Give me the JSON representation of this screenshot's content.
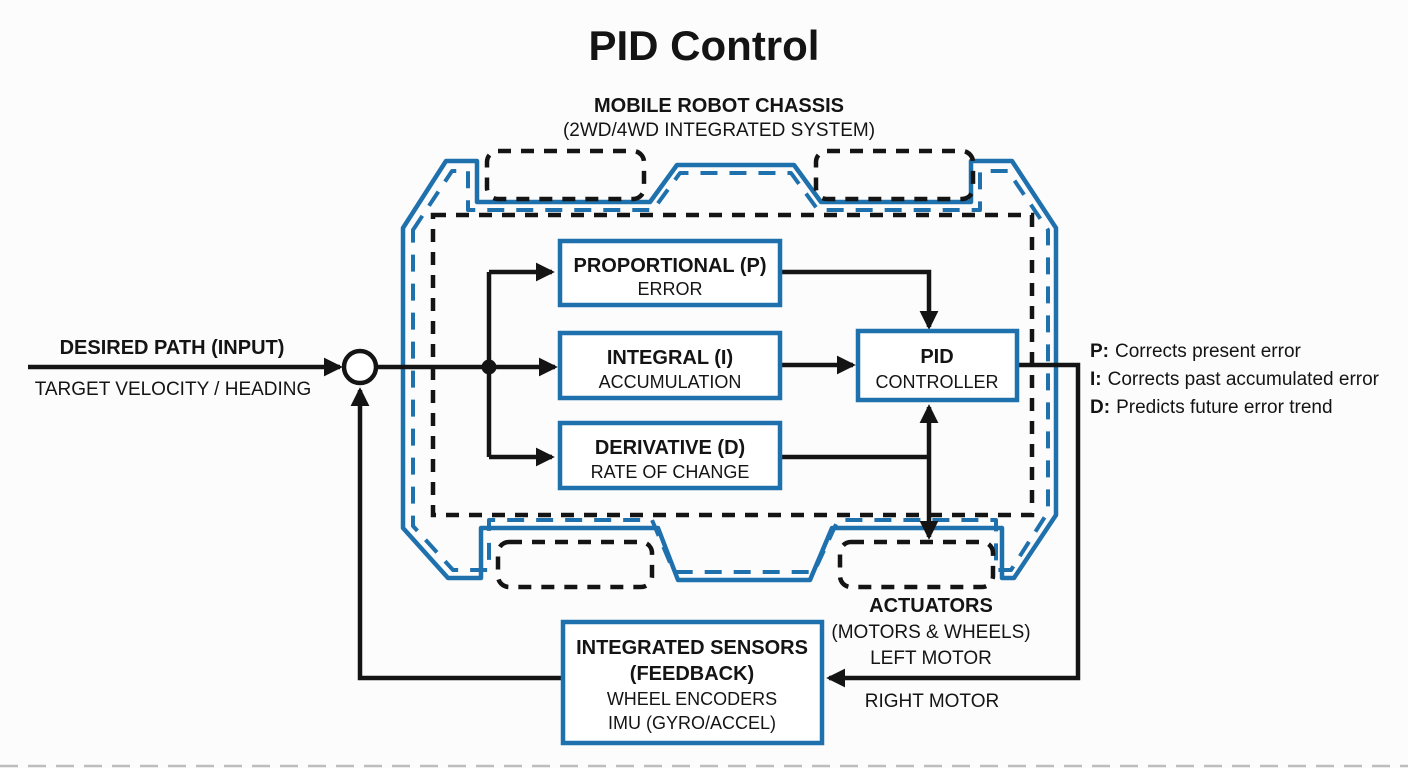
{
  "title": "PID Control",
  "colors": {
    "accent_blue": "#1f71ad",
    "line_black": "#141414",
    "background": "#fcfcfc"
  },
  "chassis": {
    "heading": "MOBILE ROBOT CHASSIS",
    "subheading": "(2WD/4WD INTEGRATED SYSTEM)"
  },
  "input": {
    "label": "DESIRED PATH (INPUT)",
    "sublabel": "TARGET VELOCITY / HEADING"
  },
  "blocks": {
    "proportional": {
      "title": "PROPORTIONAL (P)",
      "subtitle": "ERROR"
    },
    "integral": {
      "title": "INTEGRAL (I)",
      "subtitle": "ACCUMULATION"
    },
    "derivative": {
      "title": "DERIVATIVE (D)",
      "subtitle": "RATE OF CHANGE"
    },
    "pid_controller": {
      "title": "PID",
      "subtitle": "CONTROLLER"
    },
    "sensors": {
      "line1": "INTEGRATED SENSORS",
      "line2": "(FEEDBACK)",
      "line3": "WHEEL ENCODERS",
      "line4": "IMU (GYRO/ACCEL)"
    }
  },
  "legend": [
    {
      "key": "P:",
      "text": "Corrects present error"
    },
    {
      "key": "I:",
      "text": "Corrects past accumulated error"
    },
    {
      "key": "D:",
      "text": "Predicts future error trend"
    }
  ],
  "actuators": {
    "title": "ACTUATORS",
    "subtitle": "(MOTORS & WHEELS)",
    "left_label": "LEFT MOTOR",
    "right_label": "RIGHT MOTOR"
  }
}
